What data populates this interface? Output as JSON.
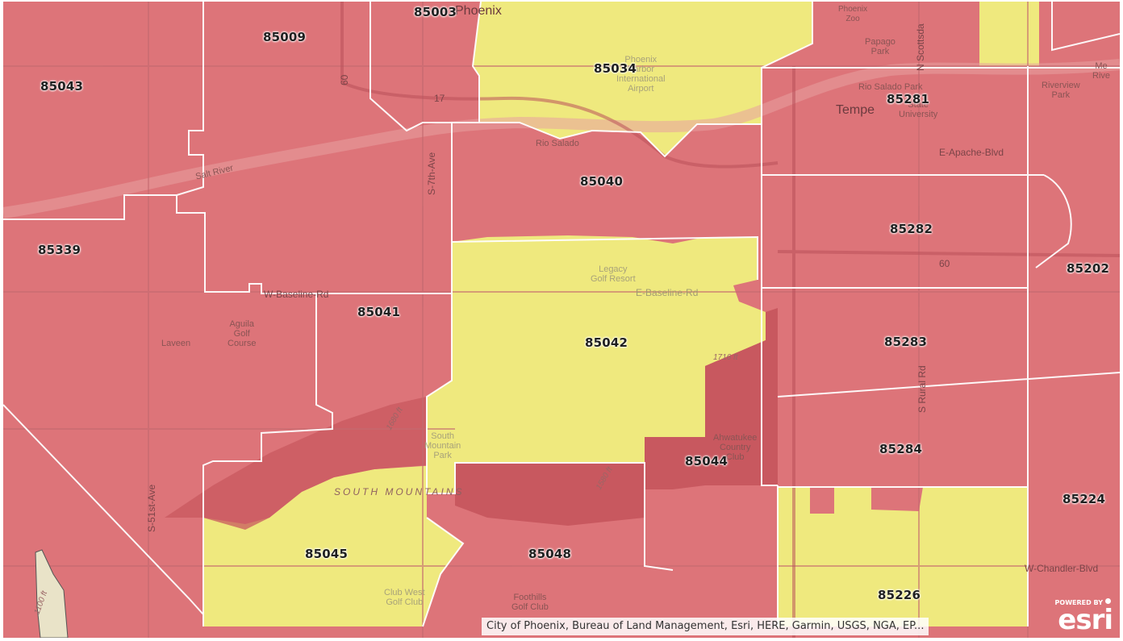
{
  "map": {
    "colors": {
      "high": "#dd7479",
      "highdark": "#c8585f",
      "low": "#efe97e",
      "boundary": "#ffffff"
    },
    "zip_labels": [
      {
        "id": "85003",
        "text": "85003"
      },
      {
        "id": "85009",
        "text": "85009"
      },
      {
        "id": "85043",
        "text": "85043"
      },
      {
        "id": "85034",
        "text": "85034"
      },
      {
        "id": "85281",
        "text": "85281"
      },
      {
        "id": "85040",
        "text": "85040"
      },
      {
        "id": "85282",
        "text": "85282"
      },
      {
        "id": "85339",
        "text": "85339"
      },
      {
        "id": "85202",
        "text": "85202"
      },
      {
        "id": "85041",
        "text": "85041"
      },
      {
        "id": "85042",
        "text": "85042"
      },
      {
        "id": "85283",
        "text": "85283"
      },
      {
        "id": "85044",
        "text": "85044"
      },
      {
        "id": "85284",
        "text": "85284"
      },
      {
        "id": "85224",
        "text": "85224"
      },
      {
        "id": "85045",
        "text": "85045"
      },
      {
        "id": "85048",
        "text": "85048"
      },
      {
        "id": "85226",
        "text": "85226"
      }
    ],
    "places": {
      "phoenix": "Phoenix",
      "airport": "Phoenix\nHarbor\nInternational\nAirport",
      "papago": "Papago\nPark",
      "rio_salado_park": "Rio Salado Park",
      "tempe": "Tempe",
      "asu": "State\nUniversity",
      "riverview": "Riverview\nPark",
      "rio_salado": "Rio Salado",
      "salt_river": "Salt River",
      "legacy": "Legacy\nGolf Resort",
      "laveen": "Laveen",
      "aguila": "Aguila\nGolf\nCourse",
      "south_mountain_park": "South\nMountain\nPark",
      "south_mountains": "SOUTH MOUNTAINS",
      "ahwatukee": "Ahwatukee\nCountry\nClub",
      "club_west": "Club West\nGolf Club",
      "foothills": "Foothills\nGolf Club",
      "phoenix_zoo": "Phoenix\nZoo",
      "me_rive": "Me\nRive"
    },
    "roads": {
      "s7th": "S-7th-Ave",
      "s51st": "S-51st-Ave",
      "n_scottsdale": "N Scottsda",
      "s_rural": "S Rural Rd",
      "apache": "E-Apache-Blvd",
      "w_baseline": "W-Baseline-Rd",
      "e_baseline": "E-Baseline-Rd",
      "chandler": "W-Chandler-Blvd",
      "i60": "60",
      "i60_left": "60",
      "i17": "17"
    },
    "elevations": {
      "e1716": "1716 ft",
      "e1680": "1680 ft",
      "e1580": "1580 ft",
      "e1100": "1100 ft"
    },
    "attribution": "City of Phoenix, Bureau of Land Management, Esri, HERE, Garmin, USGS, NGA, EP...",
    "logo": {
      "powered_by": "POWERED BY",
      "word": "esri"
    }
  }
}
